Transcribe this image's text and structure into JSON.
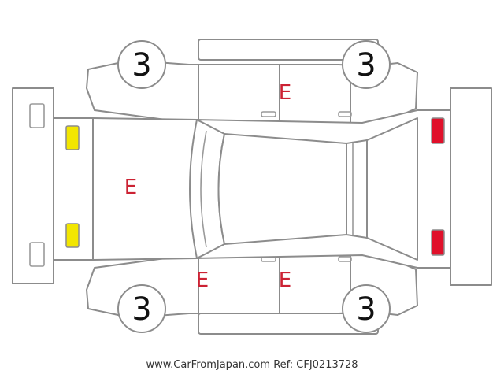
{
  "diagram": {
    "wheel_grades": {
      "front_left": "3",
      "front_right": "3",
      "rear_left": "3",
      "rear_right": "3"
    },
    "damage_marks": {
      "roof_right": "E",
      "hood": "E",
      "left_front_door": "E",
      "left_rear_door": "E"
    },
    "lamps": {
      "front": {
        "color": "#f2e600"
      },
      "rear": {
        "color": "#e0102a"
      }
    }
  },
  "footer": {
    "site": "www.CarFromJapan.com",
    "ref": "Ref: CFJ0213728"
  }
}
